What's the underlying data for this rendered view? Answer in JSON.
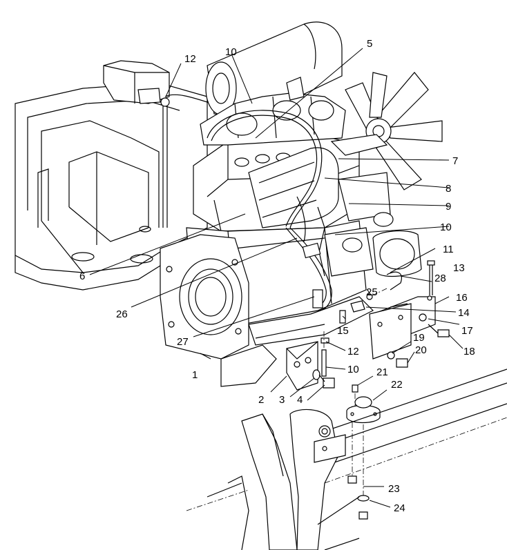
{
  "labels": {
    "l1": "1",
    "l2": "2",
    "l3": "3",
    "l4": "4",
    "l5": "5",
    "l6": "6",
    "l7": "7",
    "l8": "8",
    "l9": "9",
    "l10a": "10",
    "l10b": "10",
    "l10c": "10",
    "l11": "11",
    "l12a": "12",
    "l12b": "12",
    "l13": "13",
    "l14": "14",
    "l15": "15",
    "l16": "16",
    "l17": "17",
    "l18": "18",
    "l19": "19",
    "l20": "20",
    "l21": "21",
    "l22": "22",
    "l23": "23",
    "l24": "24",
    "l25": "25",
    "l26": "26",
    "l27": "27",
    "l28": "28"
  }
}
